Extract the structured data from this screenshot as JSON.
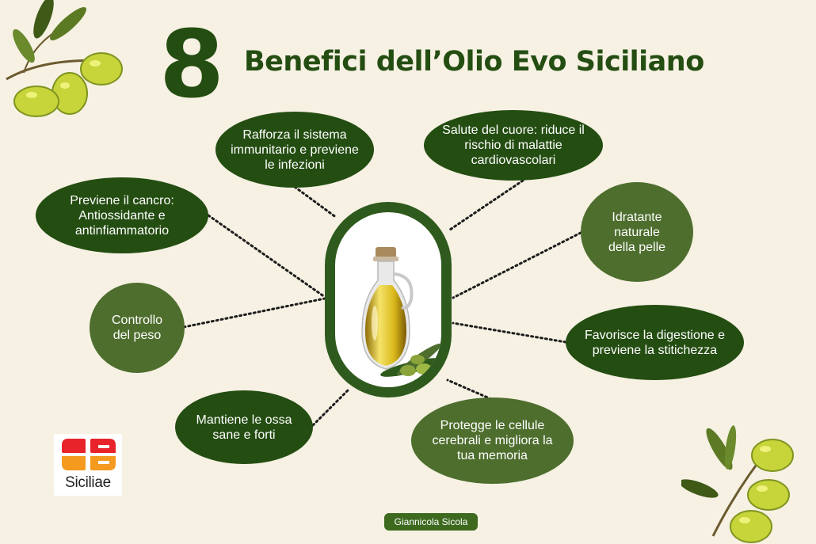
{
  "title": {
    "number": "8",
    "text": "Benefici dell’Olio Evo Siciliano"
  },
  "benefits": {
    "immunity": "Rafforza il sistema immunitario e previene le infezioni",
    "heart": "Salute del cuore: riduce il rischio di malattie cardiovascolari",
    "cancer": "Previene il cancro: Antiossidante e antinfiammatorio",
    "skin": "Idratante naturale della pelle",
    "weight": "Controllo del peso",
    "digestion": "Favorisce la digestione e previene la stitichezza",
    "bones": "Mantiene le ossa sane e forti",
    "brain": "Protegge le cellule cerebrali e migliora la tua memoria"
  },
  "logo": {
    "text": "Siciliae"
  },
  "credit": {
    "text": "Giannicola Sicola"
  },
  "colors": {
    "background": "#f6f1e3",
    "dark_green": "#244d12",
    "medium_green": "#4e6e2e",
    "olive_fruit": "#c7d43a",
    "oil": "#d9b81a"
  },
  "icons": [
    "olive-branch-icon",
    "olive-oil-bottle-icon",
    "siciliae-logo-icon"
  ]
}
